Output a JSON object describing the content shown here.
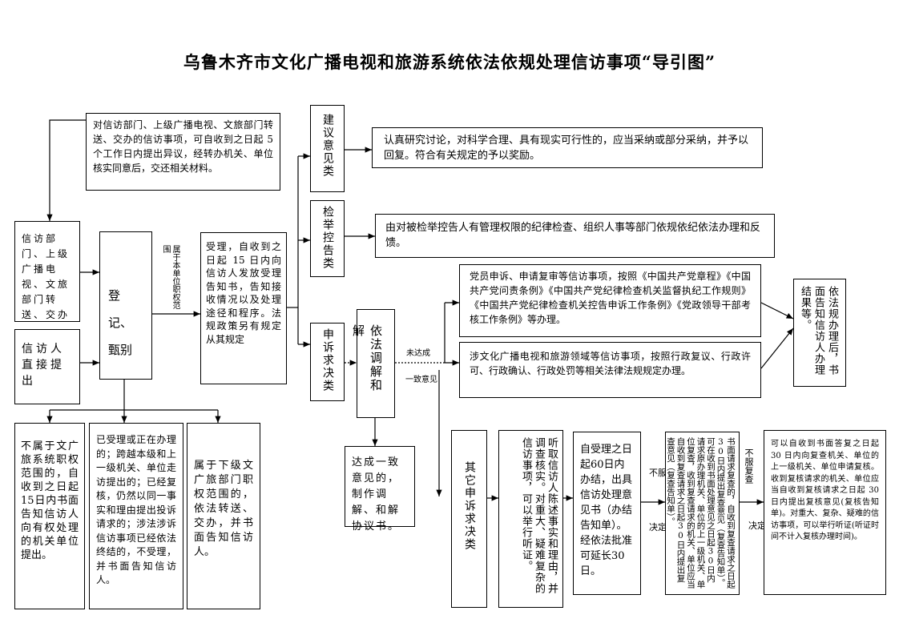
{
  "title": "乌鲁木齐市文化广播电视和旅游系统依法依规处理信访事项“导引图”",
  "boxes": {
    "transfer_top": "对信访部门、上级广播电视、文旅部门转送、交办的信访事项，可自收到之日起 5 个工作日内提出异议，经转办机关、单位核实同意后，交还相关材料。",
    "source_dept": "信访部门、上级广播电视、文旅部门转送、交办",
    "source_person": "信访人直接提出",
    "register": "登记、甄别",
    "accept": "受理，自收到之日起 15 日内向信访人发放受理告知书，告知接收情况以及处理途径和程序。法规政策另有规定从其规定",
    "suggest": "建议意见类",
    "suggest_result": "认真研究讨论，对科学合理、具有现实可行性的，应当采纳或部分采纳，并予以回复。符合有关规定的予以奖励。",
    "report": "检举控告类",
    "report_result": "由对被检举控告人有管理权限的纪律检查、组织人事等部门依规依纪依法办理和反馈。",
    "appeal": "申诉求决类",
    "mediate": "依法调解和解",
    "party_appeal": "党员申诉、申请复审等信访事项，按照《中国共产党章程》《中国共产党问责条例》《中国共产党纪律检查机关监督执纪工作规则》《中国共产党纪律检查机关控告申诉工作条例》《党政领导干部考核工作条例》等办理。",
    "admin_appeal": "涉文化广播电视和旅游领域等信访事项，按照行政复议、行政许可、行政确认、行政处罚等相关法律法规规定办理。",
    "legal_result": "依法规办理后，书面告知信访人办理结果等。",
    "agreement": "达成一致意见的，制作调解、和解协议书。",
    "other_appeal": "其它申诉求决类",
    "investigate": "听取信访人陈述事实和理由，并调查核实。对重大、疑难复杂的信访事项，可以举行听证。",
    "opinion": "自受理之日起60日内办结，出具信访处理意见书（办结告知单）。经依法批准可延长30日。",
    "review": "书面请求复查的，自收到复查请求之日起30日内提出复查意见（复查告知单）。可在收到书面处理意见之日起30日内请求原办理机关、单位的上一级机关、单位复查，收到复查请求的机关、单位应当自收到复查请求之日起30日内提出复查意见（复查告知单）。",
    "recheck": "可以自收到书面答复之日起 30 日内向复查机关、单位的上一级机关、单位申请复核。收到复核请求的机关、单位应当自收到复核请求之日起 30 日内提出复核意见(复核告知单)。对重大、复杂、疑难的信访事项，可以举行听证(听证时间不计入复核办理时间)。",
    "out_scope": "不属于文广旅系统职权范围的，自收到之日起15日内书面告知信访人向有权处理的机关单位提出。",
    "in_process": "已受理或正在办理的；跨越本级和上一级机关、单位走访提出的；已经复核，仍然以同一事实和理由提出投诉请求的；涉法涉诉信访事项已经依法终结的，不受理，并书面告知信访人。",
    "lower_level": "属于下级文广旅部门职权范围的，依法转送、交办，并书面告知信访人。"
  },
  "labels": {
    "own_scope": "属于本单位职权范围",
    "not_reached": "未达成",
    "agreed": "一致意见",
    "dissatisfied": "不服",
    "decision": "决定",
    "dissatisfied_review": "不服复查",
    "decision2": "决定"
  }
}
